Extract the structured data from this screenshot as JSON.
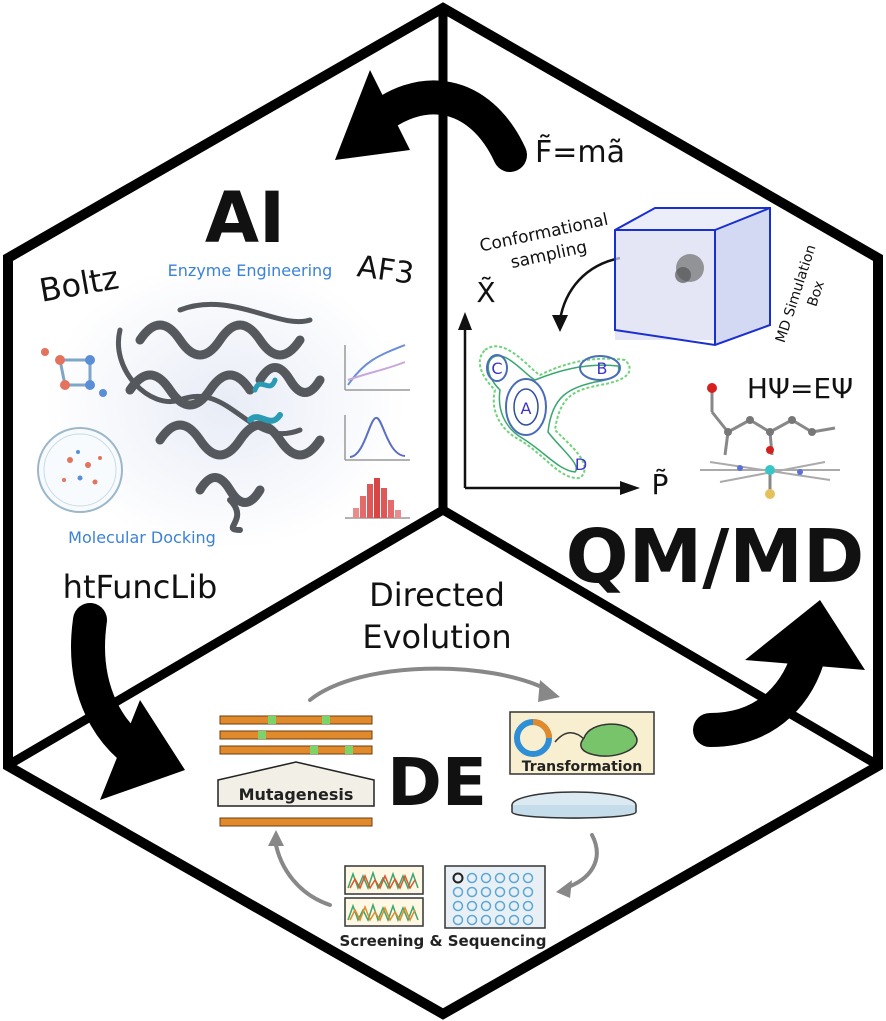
{
  "sections": {
    "ai": {
      "title": "AI",
      "label_boltz": "Boltz",
      "label_af3": "AF3",
      "label_enzyme": "Enzyme Engineering",
      "label_docking": "Molecular Docking",
      "label_htfunclib": "htFuncLib"
    },
    "qmmd": {
      "title": "QM/MD",
      "equation_newton": "F̃=mã",
      "equation_schrodinger": "HΨ=EΨ",
      "conformational": [
        "Conformational",
        "sampling"
      ],
      "md_box": [
        "MD Simulation",
        "Box"
      ],
      "axis_x": "X̃",
      "axis_p": "P̃",
      "states": [
        "A",
        "B",
        "C",
        "D"
      ]
    },
    "de": {
      "title": "DE",
      "directed": "Directed",
      "evolution": "Evolution",
      "mutagenesis": "Mutagenesis",
      "transformation": "Transformation",
      "screening": "Screening & Sequencing"
    }
  },
  "colors": {
    "outline": "#000000",
    "accent_blue": "#3b82d6",
    "protein": "#55585c",
    "dna_orange": "#e08a2c",
    "mut_green": "#7cd36a"
  }
}
